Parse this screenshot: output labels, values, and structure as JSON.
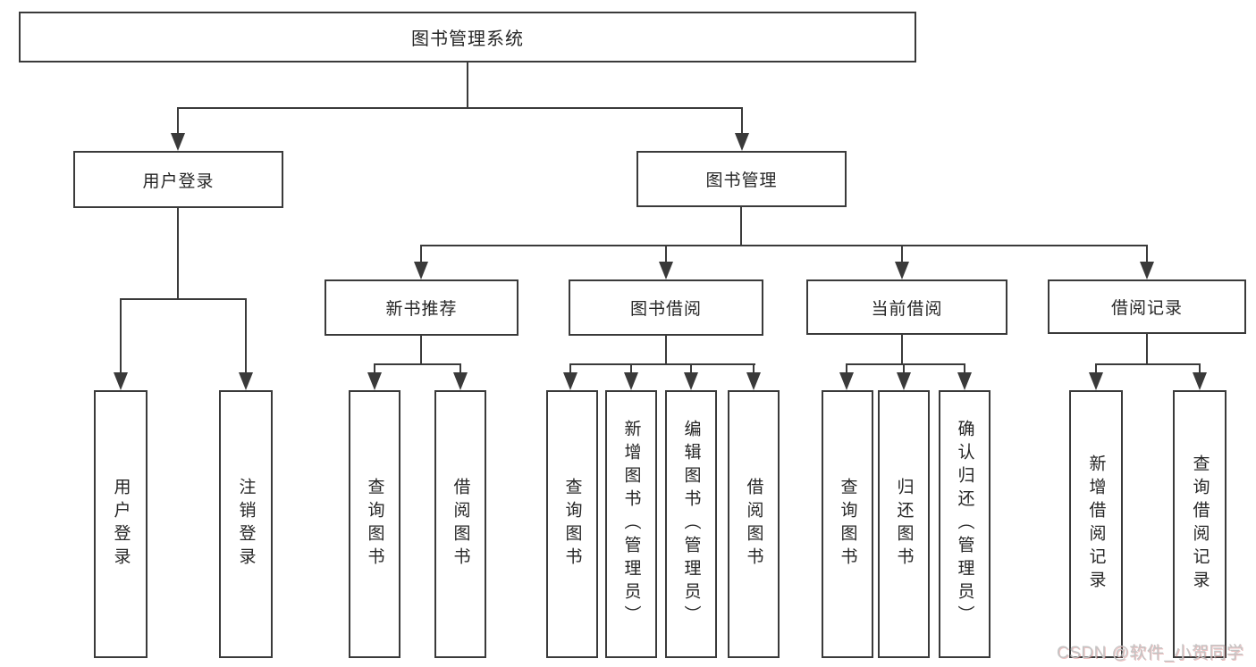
{
  "tree": {
    "label": "图书管理系统",
    "children": [
      {
        "label": "用户登录",
        "children": [
          {
            "label": "用户登录"
          },
          {
            "label": "注销登录"
          }
        ]
      },
      {
        "label": "图书管理",
        "children": [
          {
            "label": "新书推荐",
            "children": [
              {
                "label": "查询图书"
              },
              {
                "label": "借阅图书"
              }
            ]
          },
          {
            "label": "图书借阅",
            "children": [
              {
                "label": "查询图书"
              },
              {
                "label": "新增图书（管理员）"
              },
              {
                "label": "编辑图书（管理员）"
              },
              {
                "label": "借阅图书"
              }
            ]
          },
          {
            "label": "当前借阅",
            "children": [
              {
                "label": "查询图书"
              },
              {
                "label": "归还图书"
              },
              {
                "label": "确认归还（管理员）"
              }
            ]
          },
          {
            "label": "借阅记录",
            "children": [
              {
                "label": "新增借阅记录"
              },
              {
                "label": "查询借阅记录"
              }
            ]
          }
        ]
      }
    ]
  },
  "watermark": {
    "text": "CSDN @软件_小贺同学"
  },
  "colors": {
    "line": "#3a3a3a",
    "text": "#262626",
    "watermark": "#c4c4c4",
    "background": "#ffffff"
  }
}
